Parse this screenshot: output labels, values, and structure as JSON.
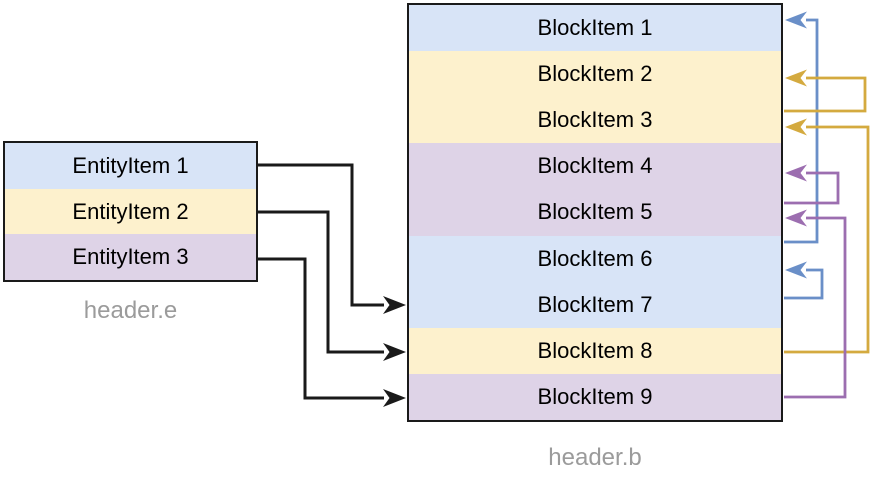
{
  "diagram": {
    "entity_table": {
      "header": "header.e",
      "rows": [
        {
          "label": "EntityItem 1",
          "band": "blue"
        },
        {
          "label": "EntityItem 2",
          "band": "yellow"
        },
        {
          "label": "EntityItem 3",
          "band": "purple"
        }
      ]
    },
    "block_table": {
      "header": "header.b",
      "rows": [
        {
          "label": "BlockItem 1",
          "band": "blue"
        },
        {
          "label": "BlockItem 2",
          "band": "yellow"
        },
        {
          "label": "BlockItem 3",
          "band": "yellow"
        },
        {
          "label": "BlockItem 4",
          "band": "purple"
        },
        {
          "label": "BlockItem 5",
          "band": "purple"
        },
        {
          "label": "BlockItem 6",
          "band": "blue"
        },
        {
          "label": "BlockItem 7",
          "band": "blue"
        },
        {
          "label": "BlockItem 8",
          "band": "yellow"
        },
        {
          "label": "BlockItem 9",
          "band": "purple"
        }
      ]
    },
    "connectors": {
      "entity_to_block": [
        {
          "from": "EntityItem 1",
          "to": "BlockItem 7",
          "color": "black"
        },
        {
          "from": "EntityItem 2",
          "to": "BlockItem 8",
          "color": "black"
        },
        {
          "from": "EntityItem 3",
          "to": "BlockItem 9",
          "color": "black"
        }
      ],
      "block_to_block": [
        {
          "from": "BlockItem 6",
          "to": "BlockItem 1",
          "color": "blue"
        },
        {
          "from": "BlockItem 7",
          "to": "BlockItem 6",
          "color": "blue"
        },
        {
          "from": "BlockItem 3",
          "to": "BlockItem 2",
          "color": "yellow"
        },
        {
          "from": "BlockItem 8",
          "to": "BlockItem 3",
          "color": "yellow"
        },
        {
          "from": "BlockItem 5",
          "to": "BlockItem 4",
          "color": "purple"
        },
        {
          "from": "BlockItem 9",
          "to": "BlockItem 5",
          "color": "purple"
        }
      ]
    }
  },
  "colors": {
    "bands": {
      "blue": "#d8e4f7",
      "yellow": "#fdf1cd",
      "purple": "#ded3e7"
    },
    "strokes": {
      "black": "#1a1a1a",
      "blue": "#6a8fc8",
      "yellow": "#d4aa3f",
      "purple": "#9c6eb0"
    },
    "header_text": "#9b9b9b",
    "row_text": "#000000"
  }
}
